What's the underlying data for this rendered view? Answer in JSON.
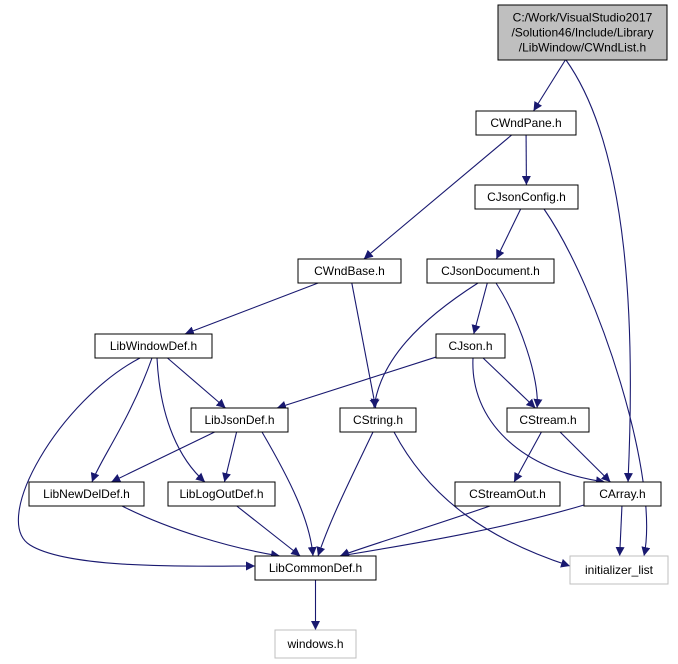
{
  "diagram": {
    "nodes": [
      {
        "id": "root",
        "label_lines": [
          "C:/Work/VisualStudio2017",
          "/Solution46/Include/Library",
          "/LibWindow/CWndList.h"
        ],
        "style": "root"
      },
      {
        "id": "cwndpane",
        "label_lines": [
          "CWndPane.h"
        ],
        "style": "normal"
      },
      {
        "id": "cjsonconfig",
        "label_lines": [
          "CJsonConfig.h"
        ],
        "style": "normal"
      },
      {
        "id": "cwndbase",
        "label_lines": [
          "CWndBase.h"
        ],
        "style": "normal"
      },
      {
        "id": "cjsondocument",
        "label_lines": [
          "CJsonDocument.h"
        ],
        "style": "normal"
      },
      {
        "id": "libwindowdef",
        "label_lines": [
          "LibWindowDef.h"
        ],
        "style": "normal"
      },
      {
        "id": "cjson",
        "label_lines": [
          "CJson.h"
        ],
        "style": "normal"
      },
      {
        "id": "libjsondef",
        "label_lines": [
          "LibJsonDef.h"
        ],
        "style": "normal"
      },
      {
        "id": "cstring",
        "label_lines": [
          "CString.h"
        ],
        "style": "normal"
      },
      {
        "id": "cstream",
        "label_lines": [
          "CStream.h"
        ],
        "style": "normal"
      },
      {
        "id": "libnewdeldef",
        "label_lines": [
          "LibNewDelDef.h"
        ],
        "style": "normal"
      },
      {
        "id": "liblogoutdef",
        "label_lines": [
          "LibLogOutDef.h"
        ],
        "style": "normal"
      },
      {
        "id": "cstreamout",
        "label_lines": [
          "CStreamOut.h"
        ],
        "style": "normal"
      },
      {
        "id": "carray",
        "label_lines": [
          "CArray.h"
        ],
        "style": "normal"
      },
      {
        "id": "libcommondef",
        "label_lines": [
          "LibCommonDef.h"
        ],
        "style": "normal"
      },
      {
        "id": "initializer_list",
        "label_lines": [
          "initializer_list"
        ],
        "style": "external"
      },
      {
        "id": "windows",
        "label_lines": [
          "windows.h"
        ],
        "style": "external"
      }
    ],
    "edges": [
      {
        "from": "root",
        "to": "cwndpane"
      },
      {
        "from": "root",
        "to": "carray"
      },
      {
        "from": "cwndpane",
        "to": "cjsonconfig"
      },
      {
        "from": "cwndpane",
        "to": "cwndbase"
      },
      {
        "from": "cjsonconfig",
        "to": "cjsondocument"
      },
      {
        "from": "cjsonconfig",
        "to": "initializer_list"
      },
      {
        "from": "cwndbase",
        "to": "libwindowdef"
      },
      {
        "from": "cwndbase",
        "to": "cstring"
      },
      {
        "from": "cjsondocument",
        "to": "cjson"
      },
      {
        "from": "cjsondocument",
        "to": "cstring"
      },
      {
        "from": "cjsondocument",
        "to": "cstream"
      },
      {
        "from": "libwindowdef",
        "to": "libjsondef"
      },
      {
        "from": "libwindowdef",
        "to": "libnewdeldef"
      },
      {
        "from": "libwindowdef",
        "to": "liblogoutdef"
      },
      {
        "from": "libwindowdef",
        "to": "libcommondef"
      },
      {
        "from": "cjson",
        "to": "libjsondef"
      },
      {
        "from": "cjson",
        "to": "cstream"
      },
      {
        "from": "cjson",
        "to": "carray"
      },
      {
        "from": "libjsondef",
        "to": "libnewdeldef"
      },
      {
        "from": "libjsondef",
        "to": "liblogoutdef"
      },
      {
        "from": "libjsondef",
        "to": "libcommondef"
      },
      {
        "from": "cstring",
        "to": "libcommondef"
      },
      {
        "from": "cstring",
        "to": "initializer_list"
      },
      {
        "from": "cstream",
        "to": "cstreamout"
      },
      {
        "from": "cstream",
        "to": "carray"
      },
      {
        "from": "libnewdeldef",
        "to": "libcommondef"
      },
      {
        "from": "liblogoutdef",
        "to": "libcommondef"
      },
      {
        "from": "cstreamout",
        "to": "libcommondef"
      },
      {
        "from": "carray",
        "to": "libcommondef"
      },
      {
        "from": "carray",
        "to": "initializer_list"
      },
      {
        "from": "libcommondef",
        "to": "windows"
      }
    ],
    "colors": {
      "edge": "#191970",
      "root_fill": "#bfbfbf",
      "external_border": "#bfbfbf",
      "node_border": "#000000"
    }
  }
}
